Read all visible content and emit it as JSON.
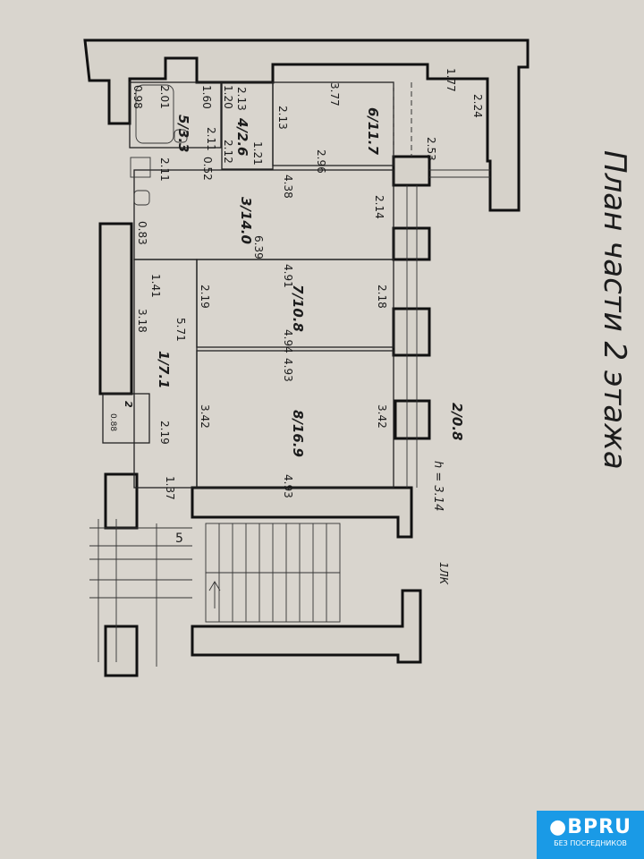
{
  "title": "План части 2 этажа",
  "height_note": "h = 3.14",
  "stair_label": "1ЛК",
  "unit_5": "5",
  "rooms": [
    {
      "number": "1",
      "area": "7.1"
    },
    {
      "number": "2",
      "area": "0.8"
    },
    {
      "number": "3",
      "area": "14.0"
    },
    {
      "number": "4",
      "area": "2.6"
    },
    {
      "number": "5",
      "area": "3.3"
    },
    {
      "number": "6",
      "area": "11.7"
    },
    {
      "number": "7",
      "area": "10.8"
    },
    {
      "number": "8",
      "area": "16.9"
    },
    {
      "number": "2",
      "area": "0.8"
    }
  ],
  "dimensions": [
    "0.98",
    "2.01",
    "1.60",
    "1.20",
    "2.13",
    "2.12",
    "1.21",
    "2.11",
    "2.11",
    "0.52",
    "3.77",
    "2.13",
    "2.96",
    "1.77",
    "2.24",
    "2.53",
    "4.38",
    "2.14",
    "6.39",
    "0.83",
    "4.91",
    "1.41",
    "2.19",
    "2.18",
    "3.18",
    "4.94",
    "5.71",
    "4.93",
    "3.42",
    "3.42",
    "2.19",
    "0.88",
    "1.37",
    "4.93"
  ],
  "badge": {
    "logo": "BPRU",
    "subtitle": "БЕЗ ПОСРЕДНИКОВ"
  },
  "colors": {
    "paper": "#d9d5ce",
    "ink": "#111111",
    "badge": "#1a9ae6"
  }
}
